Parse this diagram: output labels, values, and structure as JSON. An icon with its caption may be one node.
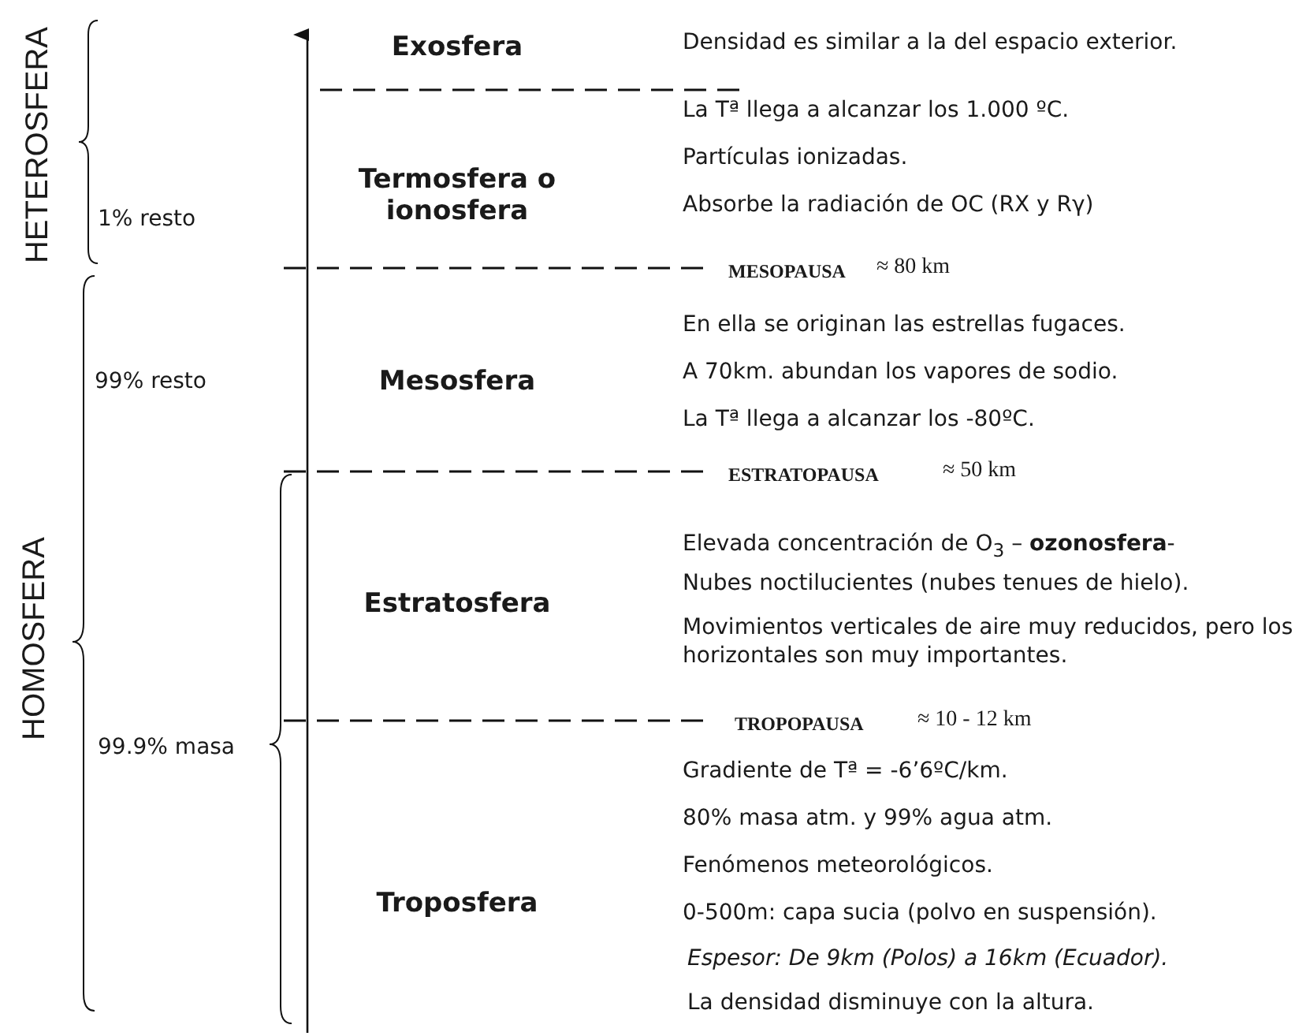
{
  "diagram": {
    "labels": [
      "HETEROSFERA",
      "Exosfera",
      "Densidad es similar a la del espacio exterior.",
      "La Tª llega a alcanzar los 1.000 ºC.",
      "Termosfera o ionosfera",
      "Partículas ionizadas.",
      "1% resto",
      "Absorbe la radiación de OC (RX y Rγ)",
      "MESOPAUSA",
      "≈ 80 km",
      "En ella se originan las estrellas fugaces.",
      "99% resto",
      "Mesosfera",
      "A 70km. abundan los vapores de sodio.",
      "La Tª llega a alcanzar los -80ºC.",
      "ESTRATOPAUSA",
      "≈ 50 km",
      "Elevada concentración de O$_{3}$ – **ozonosfera**-",
      "Nubes noctilucientes (nubes tenues de hielo).",
      "HOMOSFERA",
      "Estratosfera",
      "Movimientos verticales de aire muy reducidos, pero los horizontales son muy importantes.",
      "TROPOPAUSA",
      "≈ 10 - 12 km",
      "Gradiente de Tª = -6’6ºC/km.",
      "80% masa atm. y 99% agua atm.",
      "99.9% masa",
      "Fenómenos meteorológicos.",
      "Troposfera",
      "0-500m: capa sucia (polvo en suspensión).",
      "Espesor: De 9km (Polos) a 16km (Ecuador).",
      "La densidad disminuye con la altura."
    ]
  }
}
